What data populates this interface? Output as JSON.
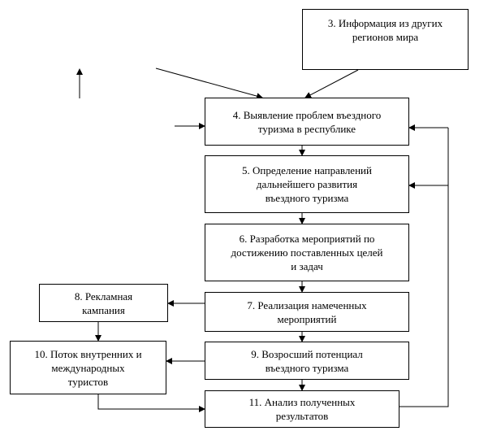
{
  "diagram": {
    "boxes": {
      "b3": "3. Информация из других\nрегионов мира",
      "b4": "4. Выявление проблем въездного\nтуризма в республике",
      "b5": "5. Определение направлений\nдальнейшего развития\nвъездного туризма",
      "b6": "6. Разработка мероприятий по\nдостижению поставленных целей\nи задач",
      "b7": "7. Реализация намеченных\nмероприятий",
      "b8": "8. Рекламная\nкампания",
      "b9": "9. Возросший потенциал\nвъездного туризма",
      "b10": "10. Поток внутренних и\nмеждународных\nтуристов",
      "b11": "11. Анализ полученных\nрезультатов"
    }
  }
}
